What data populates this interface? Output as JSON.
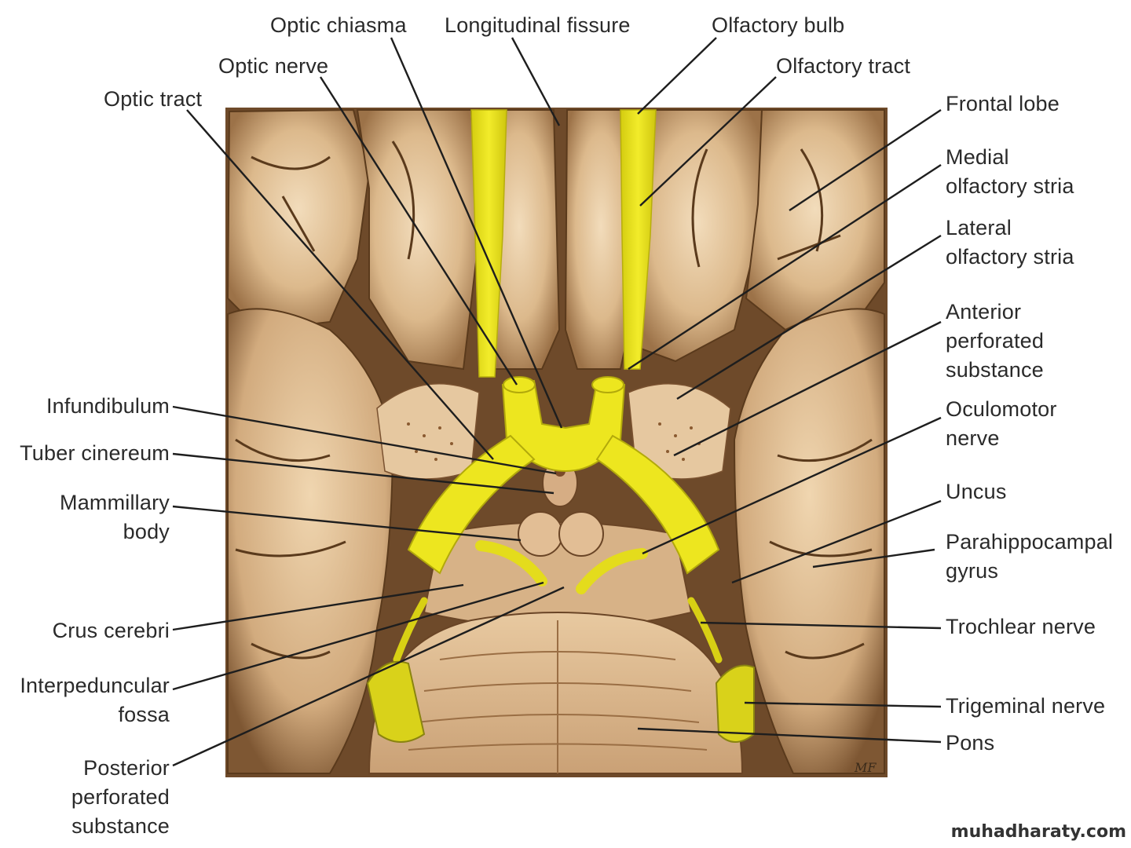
{
  "colors": {
    "nerve": "#e8e21a",
    "brain_base": "#e0bf93",
    "brain_shadow": "#8a6440",
    "pons": "#d9b088"
  },
  "labels": {
    "optic_chiasma": "Optic chiasma",
    "longitudinal_fissure": "Longitudinal fissure",
    "olfactory_bulb": "Olfactory bulb",
    "optic_nerve": "Optic nerve",
    "olfactory_tract": "Olfactory tract",
    "optic_tract": "Optic tract",
    "frontal_lobe": "Frontal lobe",
    "medial_olfactory_stria_1": "Medial",
    "medial_olfactory_stria_2": "olfactory stria",
    "lateral_olfactory_stria_1": "Lateral",
    "lateral_olfactory_stria_2": "olfactory stria",
    "anterior_perforated_1": "Anterior",
    "anterior_perforated_2": "perforated",
    "anterior_perforated_3": "substance",
    "oculomotor_1": "Oculomotor",
    "oculomotor_2": "nerve",
    "uncus": "Uncus",
    "parahippocampal_1": "Parahippocampal",
    "parahippocampal_2": "gyrus",
    "trochlear_nerve": "Trochlear nerve",
    "trigeminal_nerve": "Trigeminal nerve",
    "pons": "Pons",
    "infundibulum": "Infundibulum",
    "tuber_cinereum": "Tuber cinereum",
    "mammillary_1": "Mammillary",
    "mammillary_2": "body",
    "crus_cerebri": "Crus cerebri",
    "interpeduncular_1": "Interpeduncular",
    "interpeduncular_2": "fossa",
    "posterior_perforated_1": "Posterior",
    "posterior_perforated_2": "perforated",
    "posterior_perforated_3": "substance"
  },
  "artist_signature": "MF",
  "watermark": "muhadharaty.com"
}
